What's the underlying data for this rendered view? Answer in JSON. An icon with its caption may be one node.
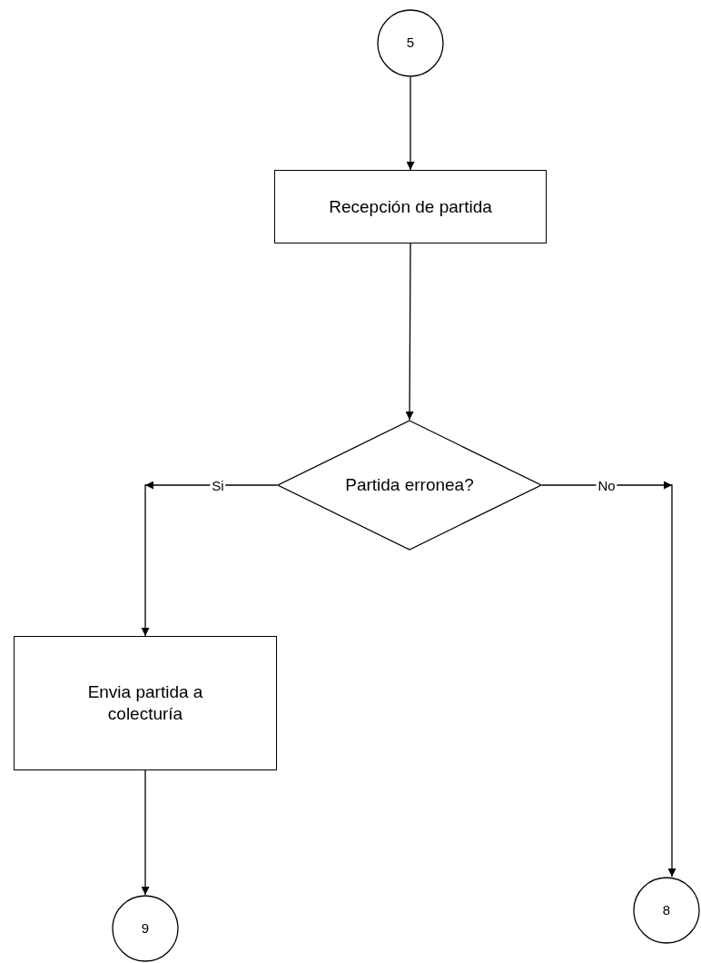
{
  "diagram": {
    "nodes": [
      {
        "text": [
          "5"
        ]
      },
      {
        "text": [
          "Recepción de partida"
        ]
      },
      {
        "text": [
          "Partida erronea?"
        ]
      },
      {
        "text": [
          "Envia partida a colecturía"
        ]
      },
      {
        "text": [
          "9"
        ]
      },
      {
        "text": [
          "8"
        ]
      }
    ],
    "edges": [
      {
        "from": 0,
        "to": 1,
        "arrow": "to"
      },
      {
        "from": 1,
        "to": 2,
        "arrow": "to"
      },
      {
        "from": 2,
        "to": 3,
        "arrow": "to",
        "label": "Si"
      },
      {
        "from": 3,
        "to": 4,
        "arrow": "to"
      },
      {
        "from": 2,
        "to": 5,
        "arrow": "to",
        "label": "No"
      }
    ]
  }
}
